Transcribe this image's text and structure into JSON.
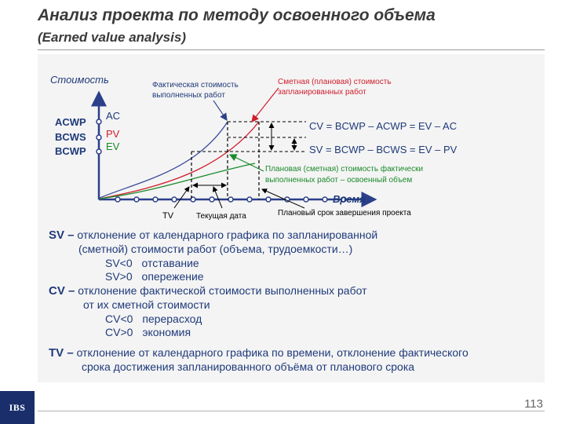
{
  "title": "Анализ проекта по методу освоенного объема",
  "subtitle": "(Earned value analysis)",
  "page_number": "113",
  "logo_text": "IBS",
  "colors": {
    "blue": "#1f3a7a",
    "red": "#d01d2b",
    "green": "#1a8a2a",
    "axis": "#2b3f8a"
  },
  "diagram": {
    "y_axis_label": "Стоимость",
    "x_axis_label": "Время",
    "left_labels": {
      "acwp": "ACWP",
      "bcws": "BCWS",
      "bcwp": "BCWP"
    },
    "curve_labels": {
      "ac": "AC",
      "pv": "PV",
      "ev": "EV"
    },
    "callout_actual": [
      "Фактическая стоимость",
      "выполненных работ"
    ],
    "callout_planned": [
      "Сметная (плановая) стоимость",
      "запланированных работ"
    ],
    "callout_earned": [
      "Плановая (сметная) стоимость фактически",
      "выполненных работ – освоенный объем"
    ],
    "cv_formula": "CV = BCWP – ACWP = EV – AC",
    "sv_formula": "SV = BCWP – BCWS = EV – PV",
    "tv_label": "TV",
    "current_date_label": "Текущая дата",
    "planned_end_label": "Плановый срок завершения проекта"
  },
  "definitions": {
    "sv": {
      "key": "SV –",
      "line1": "отклонение от календарного графика по запланированной",
      "line2": "(сметной) стоимости работ (объема, трудоемкости…)",
      "cases": [
        {
          "cond": "SV<0",
          "text": "отставание"
        },
        {
          "cond": "SV>0",
          "text": "опережение"
        }
      ]
    },
    "cv": {
      "key": "CV –",
      "line1": "отклонение фактической стоимости выполненных работ",
      "line2": "от их сметной стоимости",
      "cases": [
        {
          "cond": "CV<0",
          "text": "перерасход"
        },
        {
          "cond": "CV>0",
          "text": "экономия"
        }
      ]
    },
    "tv": {
      "key": "TV –",
      "line1": "отклонение от календарного графика по времени, отклонение  фактического",
      "line2": "срока достижения запланированного объёма от планового срока"
    }
  }
}
